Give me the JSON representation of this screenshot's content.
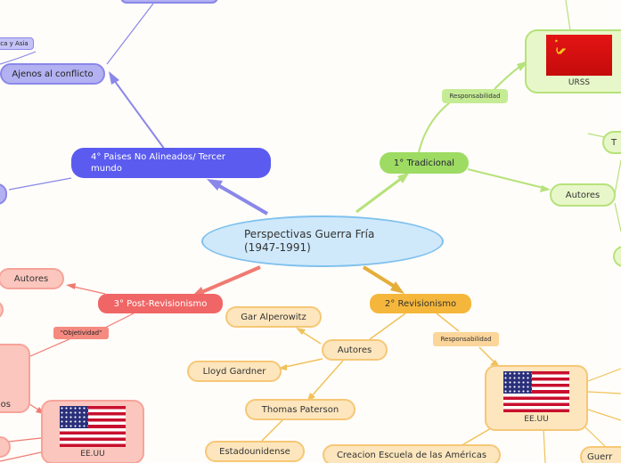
{
  "central": {
    "line1": "Perspectivas Guerra Fría",
    "line2": "(1947-1991)"
  },
  "branches": {
    "tradicional": {
      "label": "1° Tradicional",
      "responsabilidad": "Responsabilidad",
      "urss": "URSS",
      "autores": "Autores"
    },
    "revisionismo": {
      "label": "2° Revisionismo",
      "autores": "Autores",
      "authors": [
        "Gar Alperowitz",
        "Lloyd Gardner",
        "Thomas Paterson"
      ],
      "estadounidense": "Estadounidense",
      "responsabilidad": "Responsabilidad",
      "eeuu": "EE.UU",
      "escuela": "Creacion Escuela de las Américas",
      "partial_right": "Guerr"
    },
    "postrevisionismo": {
      "label": "3° Post-Revisionismo",
      "autores": "Autores",
      "objetividad": "\"Objetividad\"",
      "eeuu": "EE.UU",
      "partial_left": "los"
    },
    "no_alineados": {
      "label": "4° Paises No Alineados/ Tercer mundo",
      "ajenos": "Ajenos al conflicto",
      "tiny_left": "ca y Asia"
    }
  },
  "partial_green_right": "T",
  "colors": {
    "blue": "#5b5bf0",
    "green": "#9edb62",
    "orange": "#f5b73b",
    "red": "#f06666",
    "central": "#cfe9fb"
  }
}
